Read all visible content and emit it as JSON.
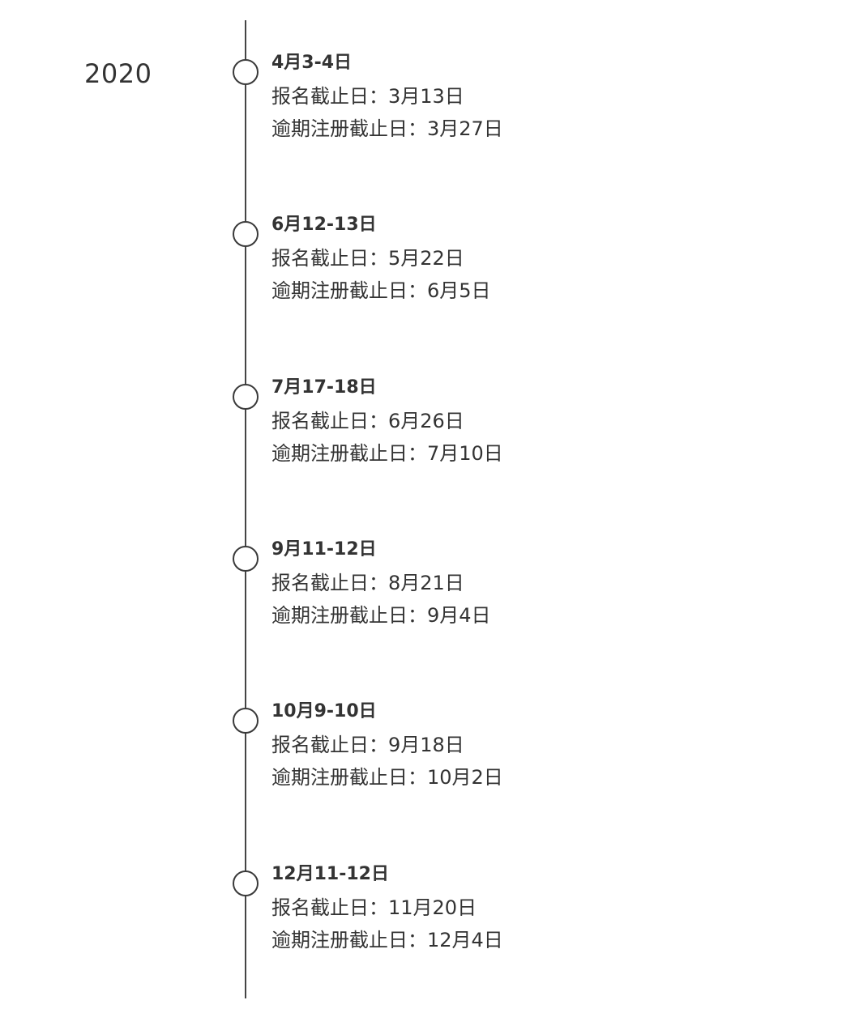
{
  "year": "2020",
  "entries": [
    {
      "date": "4月3-4日",
      "registration_deadline": "报名截止日：3月13日",
      "late_registration_deadline": "逾期注册截止日：3月27日"
    },
    {
      "date": "6月12-13日",
      "registration_deadline": "报名截止日：5月22日",
      "late_registration_deadline": "逾期注册截止日：6月5日"
    },
    {
      "date": "7月17-18日",
      "registration_deadline": "报名截止日：6月26日",
      "late_registration_deadline": "逾期注册截止日：7月10日"
    },
    {
      "date": "9月11-12日",
      "registration_deadline": "报名截止日：8月21日",
      "late_registration_deadline": "逾期注册截止日：9月4日"
    },
    {
      "date": "10月9-10日",
      "registration_deadline": "报名截止日：9月18日",
      "late_registration_deadline": "逾期注册截止日：10月2日"
    },
    {
      "date": "12月11-12日",
      "registration_deadline": "报名截止日：11月20日",
      "late_registration_deadline": "逾期注册截止日：12月4日"
    }
  ]
}
